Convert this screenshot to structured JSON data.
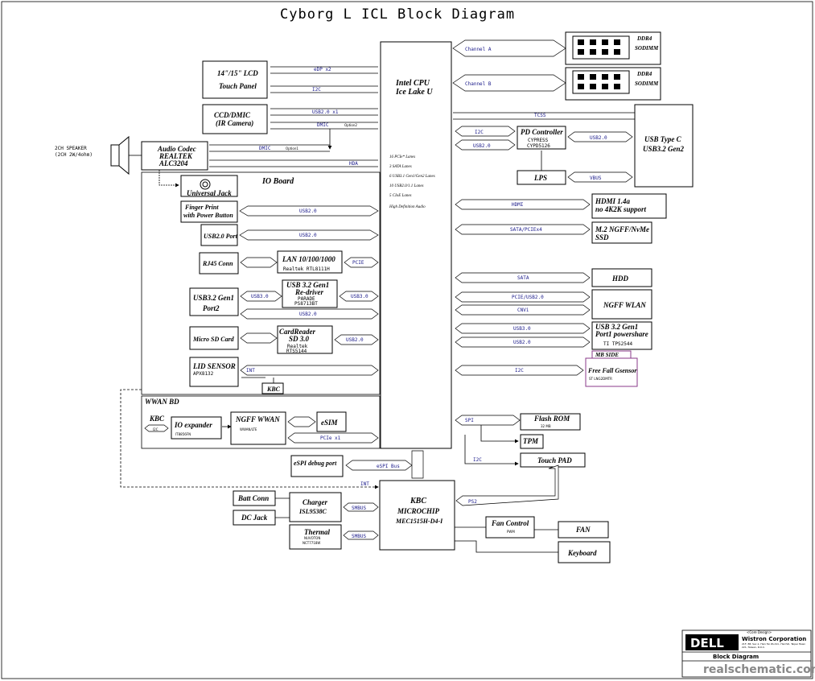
{
  "title": "Cyborg L ICL  Block Diagram",
  "cpu": {
    "name": "Intel CPU",
    "model": "Ice Lake U",
    "features": [
      "16 PCIe* Lanes",
      "3 SATA Lanes",
      "6 USB3.1 Gen1/Gen2 Lanes",
      "10 USB2.0/1.1 Lanes",
      "5 CIoE Lanes",
      "High Definition Audio"
    ]
  },
  "memory": {
    "module": "DDR4",
    "type": "SODIMM",
    "channel_a": "Channel A",
    "channel_b": "Channel B"
  },
  "lcd": {
    "line1": "14\"/15\" LCD",
    "line2": "Touch Panel",
    "sig_edp": "eDP x2",
    "sig_i2c": "I2C"
  },
  "camera": {
    "line1": "CCD/DMIC",
    "line2": "(IR Camera)",
    "sig_usb": "USB2.0 x1",
    "sig_dmic": "DMIC",
    "opt2": "Option2"
  },
  "audio": {
    "speaker": "2CH SPEAKER",
    "speaker_spec": "(2CH 2W/4ohm)",
    "line1": "Audio Codec",
    "line2": "REALTEK",
    "line3": "ALC3204",
    "sig_dmic": "DMIC",
    "opt1": "Option1",
    "sig_hda": "HDA"
  },
  "io_board": {
    "title": "IO Board",
    "universal_jack": "Universal Jack",
    "fingerprint": "Finger Print",
    "fingerprint2": "with Power Button",
    "sig_usb": "USB2.0",
    "usb2_port": "USB2.0 Port",
    "sig_usb2": "USB2.0",
    "rj45": "RJ45 Conn",
    "lan": "LAN 10/100/1000",
    "lan_chip": "Realtek RTL8111H",
    "sig_pcie": "PCIE",
    "usb3_port": "USB3.2 Gen1",
    "usb3_port2": "Port2",
    "redriver1": "USB 3.2 Gen1",
    "redriver2": "Re-driver",
    "redriver_chip1": "PARADE",
    "redriver_chip2": "PS8713BT",
    "sig_usb3a": "USB3.0",
    "sig_usb3b": "USB3.0",
    "sig_usb20": "USB2.0",
    "sd": "Micro SD Card",
    "reader1": "CardReader",
    "reader2": "SD 3.0",
    "reader_chip1": "Realtek",
    "reader_chip2": "RTS5144",
    "sig_reader": "USB2.0",
    "lid": "LID SENSOR",
    "lid_chip": "APX8132",
    "sig_int": "INT",
    "kbc": "KBC"
  },
  "wwan": {
    "title": "WWAN BD",
    "kbc": "KBC",
    "sig_i2c": "I2C",
    "expander": "IO expander",
    "expander_chip": "IT8856FN",
    "ngff": "NGFF WWAN",
    "ngff_sub": "WWAN/LTE",
    "esim": "eSIM",
    "sig_pcie": "PCIe x1"
  },
  "right": {
    "usbc1": "USB Type C",
    "usbc2": "USB3.2 Gen2",
    "sig_tcss": "TCSS",
    "pd1": "PD Controller",
    "pd2": "CYPRESS",
    "pd3": "CYPD5126",
    "sig_i2c": "I2C",
    "sig_usb2": "USB2.0",
    "sig_usb2b": "USB2.0",
    "lps": "LPS",
    "sig_vbus": "VBUS",
    "hdmi1": "HDMI 1.4a",
    "hdmi2": "no 4K2K support",
    "sig_hdmi": "HDMI",
    "m2_1": "M.2 NGFF/NvMe",
    "m2_2": "SSD",
    "sig_m2": "SATA/PCIEx4",
    "hdd": "HDD",
    "sig_sata": "SATA",
    "wlan": "NGFF WLAN",
    "sig_wlan": "PCIE/USB2.0",
    "sig_cnvi": "CNVi",
    "usb3p1_1": "USB 3.2 Gen1",
    "usb3p1_2": "Port1 powershare",
    "usb3p1_3": "TI TPS2544",
    "sig_u3": "USB3.0",
    "sig_u2": "USB2.0",
    "mb_side": "MB SIDE",
    "gsensor1": "Free Fall Gsensor",
    "gsensor2": "ST LNG2DMTR",
    "sig_gs": "I2C"
  },
  "bottom": {
    "sig_spi": "SPI",
    "flash1": "Flash ROM",
    "flash2": "32 MB",
    "tpm": "TPM",
    "sig_i2c": "I2C",
    "touchpad": "Touch PAD",
    "espi1": "eSPI debug port",
    "sig_espi": "eSPI Bus",
    "sig_int": "INT",
    "kbc1": "KBC",
    "kbc2": "MICROCHIP",
    "kbc3": "MEC1515H-D4-I",
    "sig_ps2": "PS2",
    "batt": "Batt Conn",
    "dcjack": "DC Jack",
    "charger1": "Charger",
    "charger2": "ISL9538C",
    "sig_smbus1": "SMBUS",
    "thermal1": "Thermal",
    "thermal2": "NUVOTON",
    "thermal3": "NCT7718W",
    "sig_smbus2": "SMBUS",
    "fanctl": "Fan Control",
    "pwm": "PWM",
    "fan": "FAN",
    "keyboard": "Keyboard"
  },
  "titleblock": {
    "header": "<Core Design>",
    "logo": "DELL",
    "company": "Wistron Corporation",
    "addr": "21F, 88, Sec.1, Hsin Tai Wu Rd., Hsichih, Taipei Hsien 221, Taiwan, R.O.C.",
    "doc": "Block Diagram",
    "watermark": "realschematic.com"
  }
}
